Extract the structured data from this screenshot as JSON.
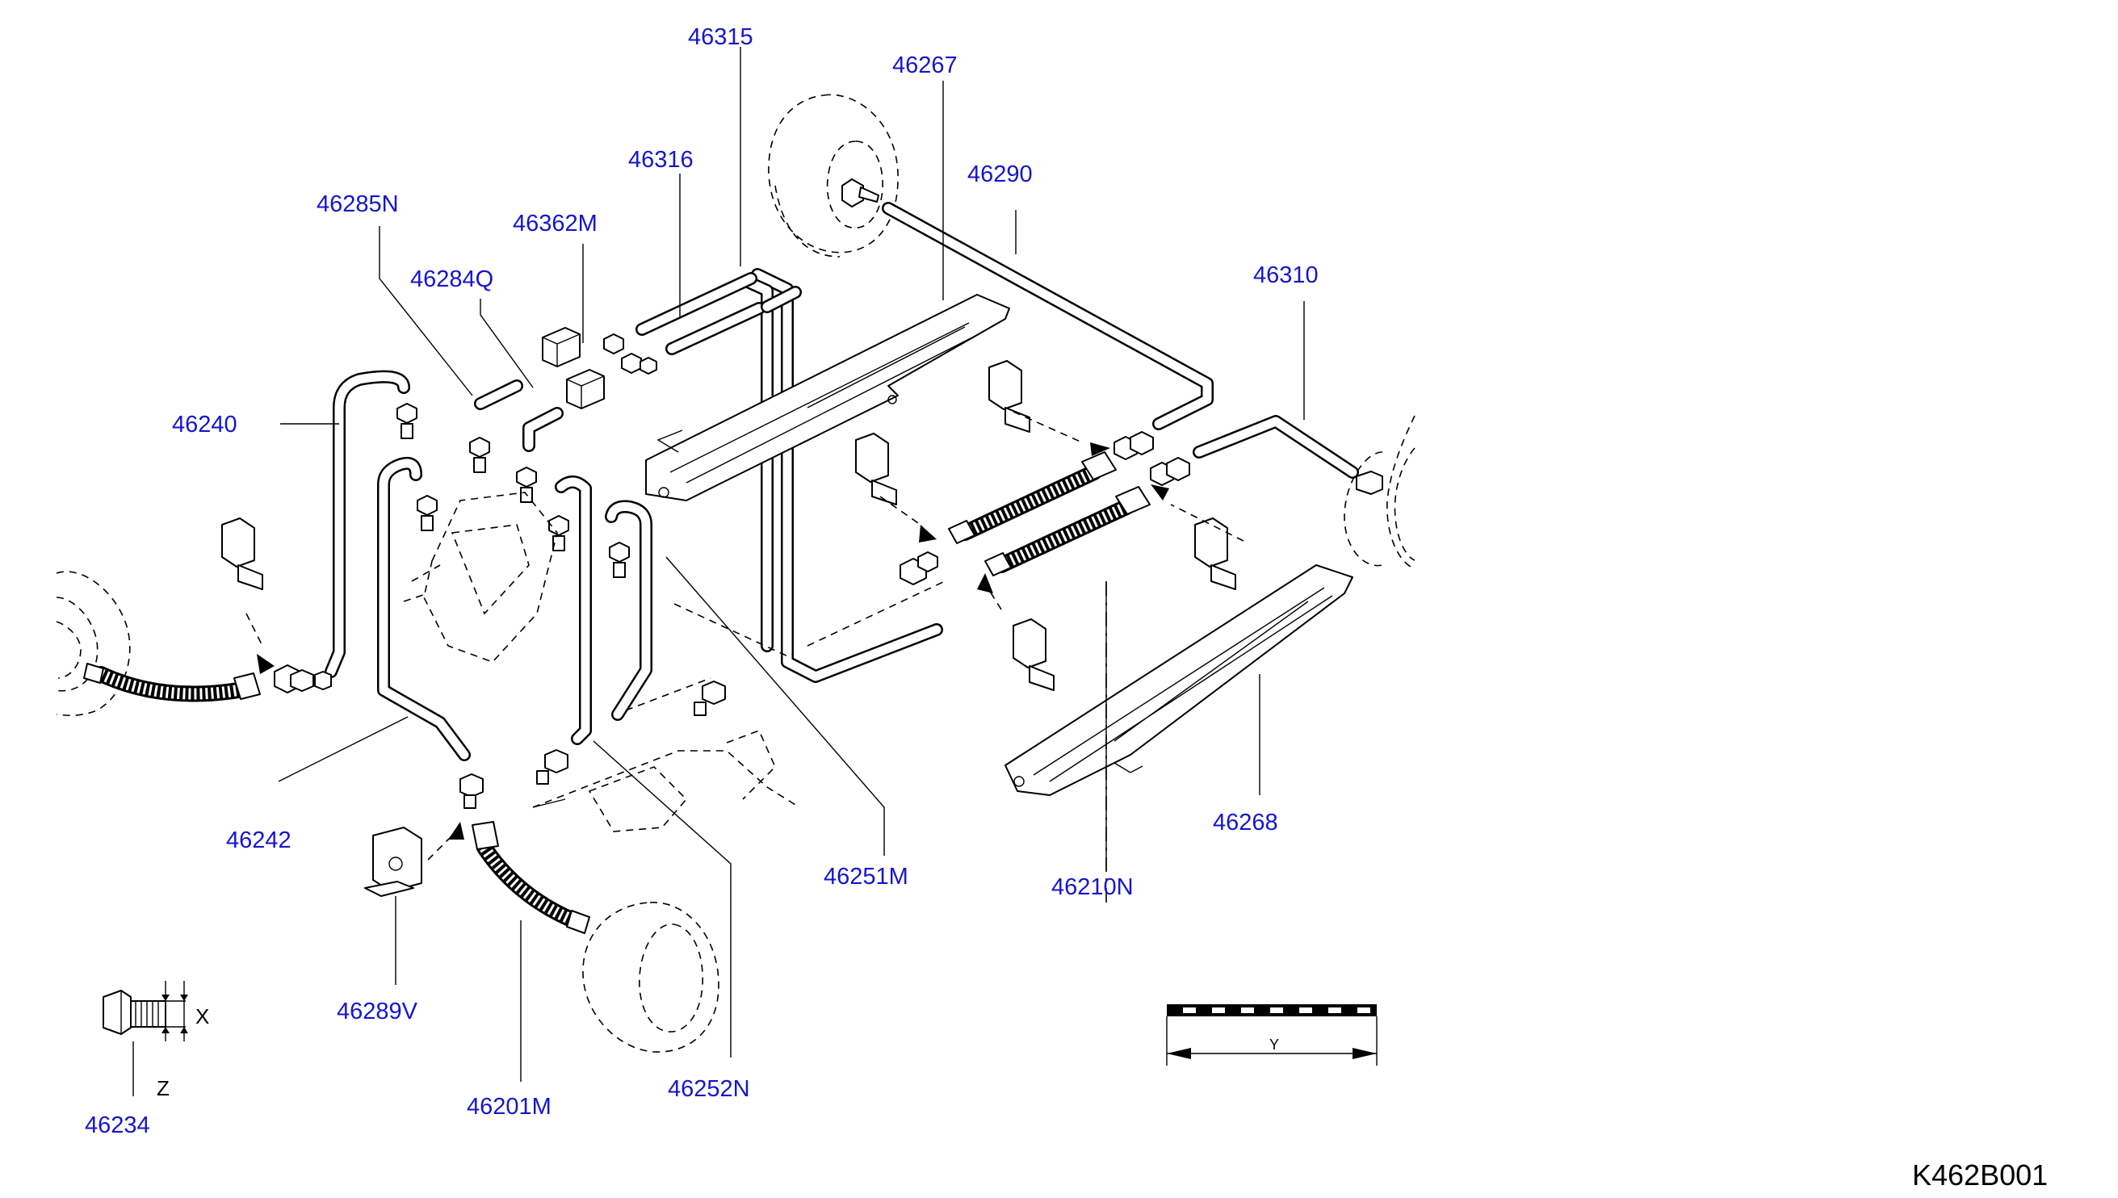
{
  "diagram_code": "K462B001",
  "parts": [
    {
      "id": "p46315",
      "label": "46315"
    },
    {
      "id": "p46267",
      "label": "46267"
    },
    {
      "id": "p46316",
      "label": "46316"
    },
    {
      "id": "p46290",
      "label": "46290"
    },
    {
      "id": "p46285N",
      "label": "46285N"
    },
    {
      "id": "p46362M",
      "label": "46362M"
    },
    {
      "id": "p46284Q",
      "label": "46284Q"
    },
    {
      "id": "p46310",
      "label": "46310"
    },
    {
      "id": "p46240",
      "label": "46240"
    },
    {
      "id": "p46242",
      "label": "46242"
    },
    {
      "id": "p46251M",
      "label": "46251M"
    },
    {
      "id": "p46210N",
      "label": "46210N"
    },
    {
      "id": "p46268",
      "label": "46268"
    },
    {
      "id": "p46289V",
      "label": "46289V"
    },
    {
      "id": "p46201M",
      "label": "46201M"
    },
    {
      "id": "p46252N",
      "label": "46252N"
    },
    {
      "id": "p46234",
      "label": "46234"
    }
  ],
  "dimensions": {
    "x": "X",
    "y": "Y",
    "z": "Z"
  }
}
